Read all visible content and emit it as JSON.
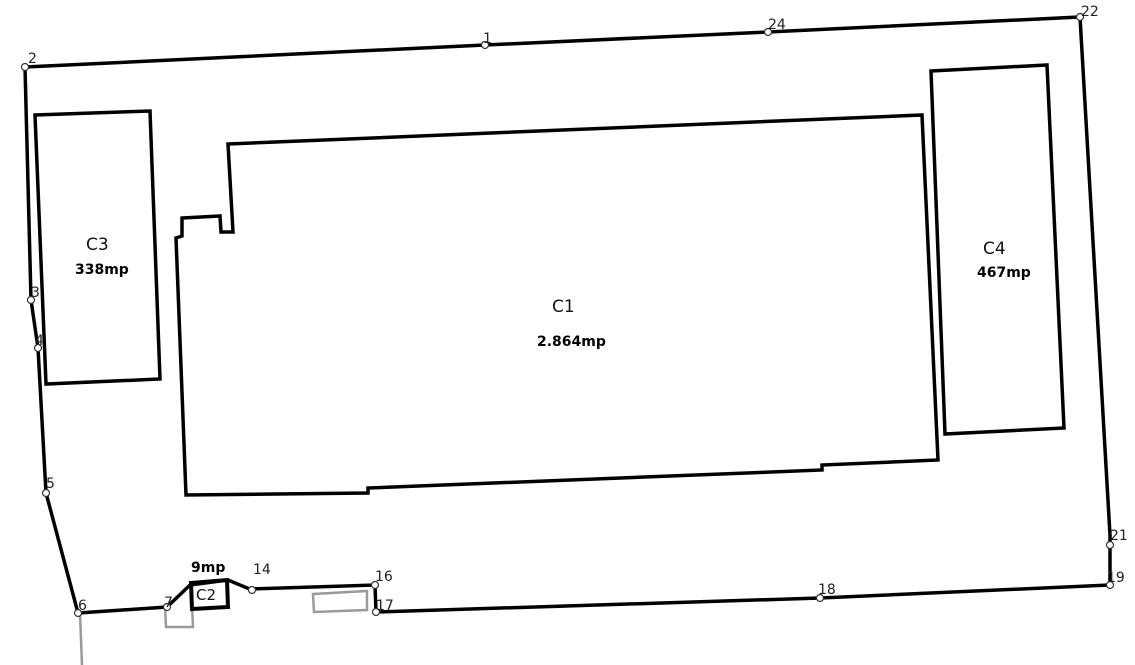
{
  "title": "Site plan",
  "buildings": {
    "c1": {
      "name": "C1",
      "area": "2.864mp"
    },
    "c2": {
      "name": "C2",
      "area": "9mp"
    },
    "c3": {
      "name": "C3",
      "area": "338mp"
    },
    "c4": {
      "name": "C4",
      "area": "467mp"
    }
  },
  "points": {
    "p1": "1",
    "p2": "2",
    "p3": "3",
    "p4": "4",
    "p5": "5",
    "p6": "6",
    "p7": "7",
    "p14": "14",
    "p16": "16",
    "p17": "17",
    "p18": "18",
    "p19": "19",
    "p21": "21",
    "p22": "22",
    "p24": "24"
  },
  "colors": {
    "line": "#000000",
    "secondary": "#999999"
  }
}
